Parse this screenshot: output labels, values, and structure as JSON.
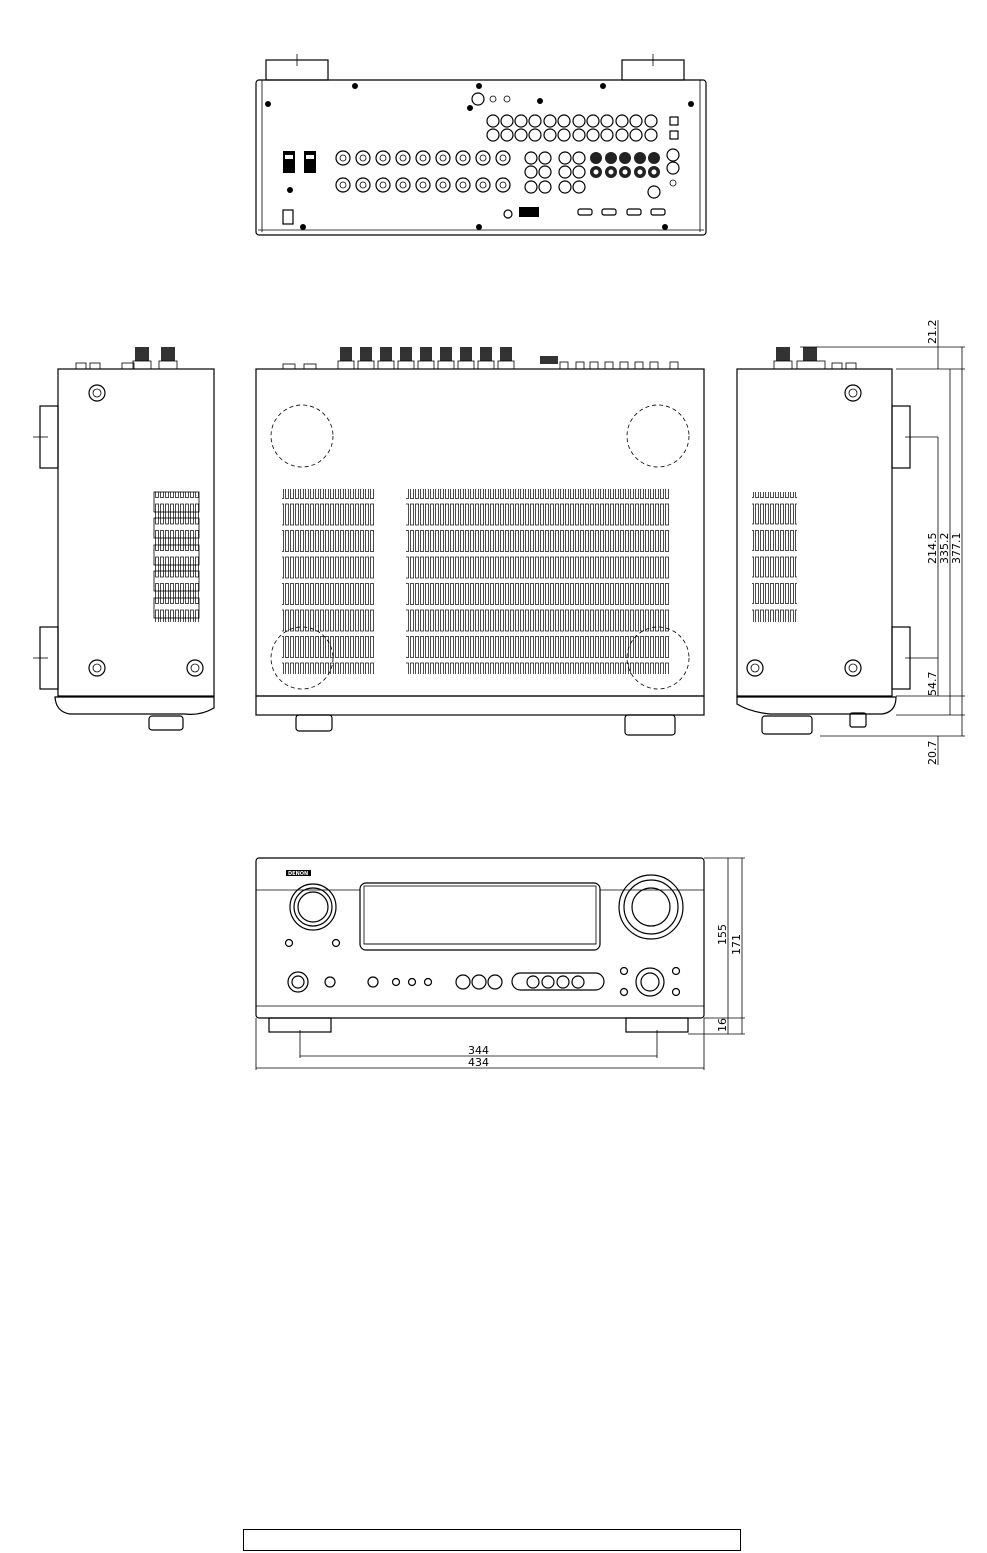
{
  "drawing": {
    "subject": "AV receiver dimensional drawing",
    "views": [
      "rear-view",
      "left-side-view",
      "top-view",
      "right-side-view",
      "front-view"
    ],
    "brand_logo": "DENON",
    "line_color": "#000000",
    "background_color": "#ffffff"
  },
  "dimensions": {
    "side": {
      "top_protrusion": "21.2",
      "foot_to_foot": "214.5",
      "body_depth": "335.2",
      "overall_depth": "377.1",
      "rear_foot_offset": "54.7",
      "front_protrusion": "20.7"
    },
    "front": {
      "body_height": "155",
      "overall_height": "171",
      "foot_height": "16",
      "foot_spacing": "344",
      "overall_width": "434"
    }
  },
  "caption": {
    "text": ""
  }
}
